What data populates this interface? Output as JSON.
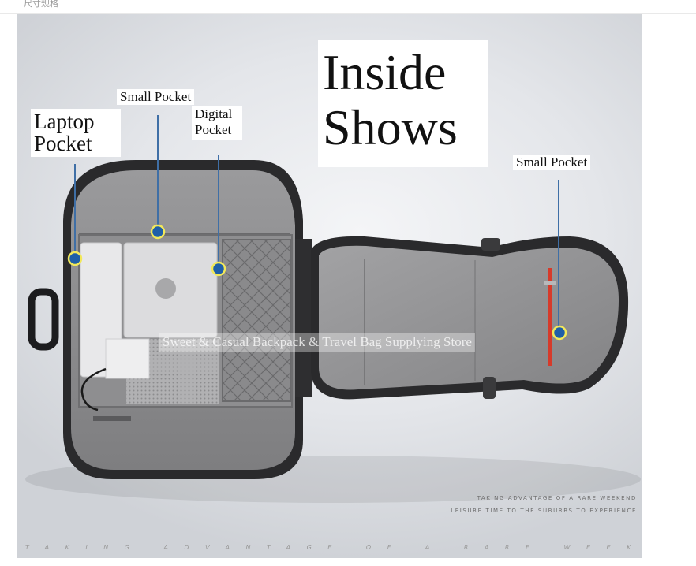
{
  "header": {
    "caption": "尺寸规格"
  },
  "photo": {
    "alt": "Open travel backpack showing interior compartments",
    "labels": {
      "laptop_pocket": "Laptop Pocket",
      "small_pocket_left": "Small Pocket",
      "digital_pocket": "Digital Pocket",
      "title": "Inside Shows",
      "small_pocket_right": "Small Pocket"
    },
    "watermark": "Sweet & Casual Backpack & Travel Bag Supplying Store",
    "tagline": {
      "line1": "TAKING ADVANTAGE OF A RARE WEEKEND",
      "line2": "LEISURE TIME TO THE SUBURBS TO EXPERIENCE"
    },
    "bottom_strip": "TAKING ADVANTAGE OF A RARE WEEKEND LEISURE",
    "colors": {
      "marker_fill": "#1f5fa8",
      "marker_ring": "#f2e85a",
      "lining": "#8c8c8e",
      "zipper": "#d63a2a"
    }
  }
}
